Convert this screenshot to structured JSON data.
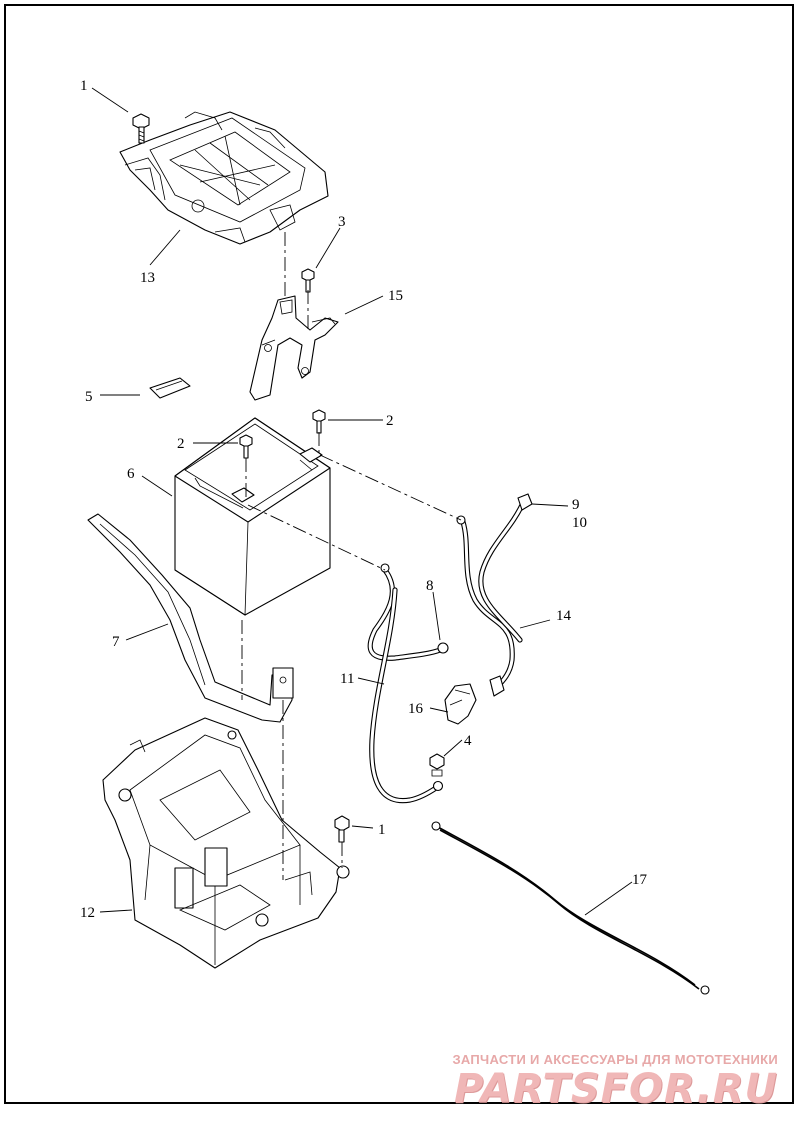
{
  "callouts": [
    {
      "id": "c1a",
      "text": "1"
    },
    {
      "id": "c13",
      "text": "13"
    },
    {
      "id": "c3",
      "text": "3"
    },
    {
      "id": "c15",
      "text": "15"
    },
    {
      "id": "c5",
      "text": "5"
    },
    {
      "id": "c2a",
      "text": "2"
    },
    {
      "id": "c2b",
      "text": "2"
    },
    {
      "id": "c6",
      "text": "6"
    },
    {
      "id": "c9",
      "text": "9"
    },
    {
      "id": "c10",
      "text": "10"
    },
    {
      "id": "c8",
      "text": "8"
    },
    {
      "id": "c14",
      "text": "14"
    },
    {
      "id": "c7",
      "text": "7"
    },
    {
      "id": "c11",
      "text": "11"
    },
    {
      "id": "c16",
      "text": "16"
    },
    {
      "id": "c4",
      "text": "4"
    },
    {
      "id": "c1b",
      "text": "1"
    },
    {
      "id": "c17",
      "text": "17"
    },
    {
      "id": "c12",
      "text": "12"
    }
  ],
  "watermark": {
    "tagline": "ЗАПЧАСТИ И АКСЕССУАРЫ ДЛЯ МОТОТЕХНИКИ",
    "logo": "PARTSFOR.RU",
    "color": "#f0b7b7"
  }
}
